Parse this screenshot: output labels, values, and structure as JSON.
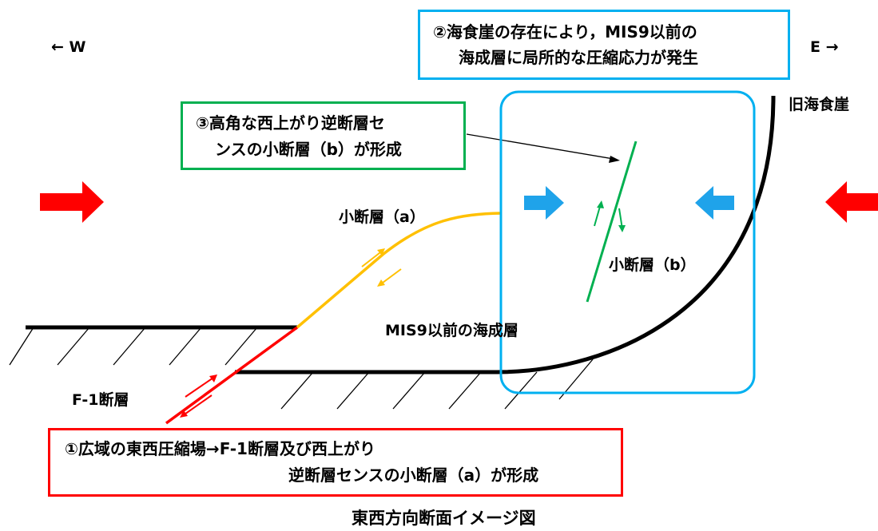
{
  "direction_west": "← W",
  "direction_east": "E →",
  "box2": {
    "line1": "②海食崖の存在により，MIS9以前の",
    "line2": "海成層に局所的な圧縮応力が発生"
  },
  "label_old_sea_cliff": "旧海食崖",
  "box3": {
    "line1": "③高角な西上がり逆断層セ",
    "line2": "ンスの小断層（b）が形成"
  },
  "label_fault_a": "小断層（a）",
  "label_fault_b": "小断層（b）",
  "label_marine_layer": "MIS9以前の海成層",
  "label_f1_fault": "F-1断層",
  "box1": {
    "line1": "①広域の東西圧縮場→F-1断層及び西上がり",
    "line2": "逆断層センスの小断層（a）が形成"
  },
  "caption": "東西方向断面イメージ図",
  "colors": {
    "red": "#ff0000",
    "orange": "#ffc000",
    "green": "#00b050",
    "cyan": "#00b0f0",
    "blue_arrow": "#1fa3ea"
  }
}
